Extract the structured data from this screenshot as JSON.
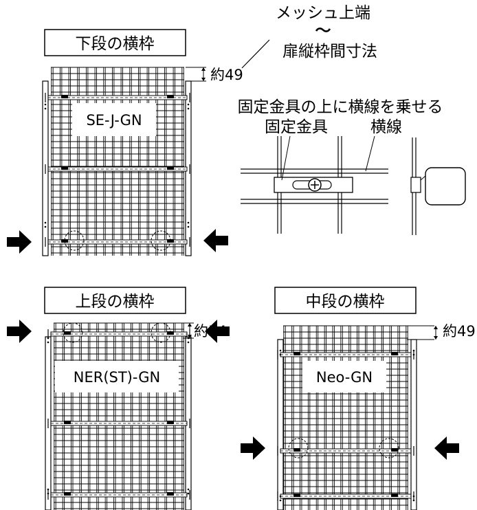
{
  "header": {
    "dimension_line1": "メッシュ上端",
    "dimension_tilde": "～",
    "dimension_line2": "扉縦枠間寸法"
  },
  "panels": [
    {
      "title": "下段の横枠",
      "model": "SE-J-GN",
      "dimension": "約49"
    },
    {
      "title": "上段の横枠",
      "model": "NER(ST)-GN",
      "dimension": "約54"
    },
    {
      "title": "中段の横枠",
      "model": "Neo-GN",
      "dimension": "約49"
    }
  ],
  "detail": {
    "instruction": "固定金具の上に横線を乗せる",
    "bracket_label": "固定金具",
    "wire_label": "横線"
  },
  "colors": {
    "line": "#000000",
    "background": "#ffffff"
  },
  "icons": [
    "arrow-right-icon",
    "arrow-left-icon",
    "screw-icon",
    "dashed-circle-icon"
  ]
}
